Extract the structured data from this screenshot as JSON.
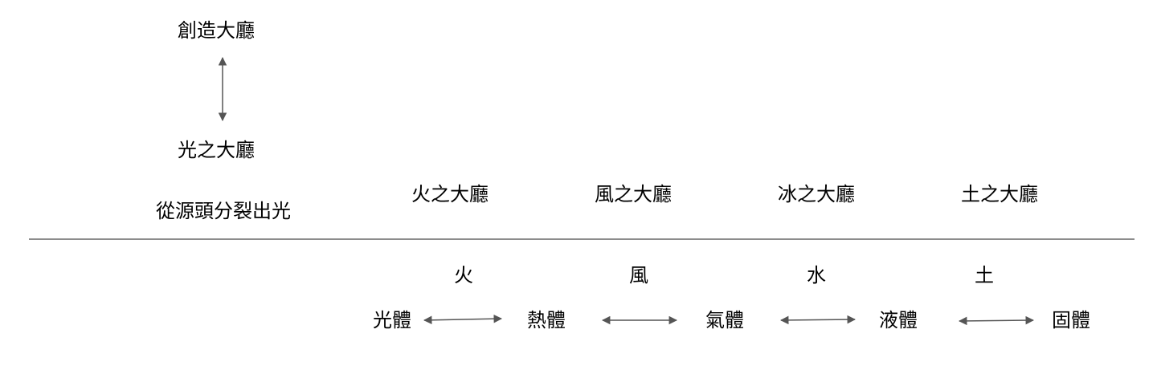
{
  "top": {
    "creation_hall": "創造大廳",
    "light_hall": "光之大廳",
    "light_split_note": "從源頭分裂出光"
  },
  "halls": [
    "火之大廳",
    "風之大廳",
    "冰之大廳",
    "土之大廳"
  ],
  "elements": [
    "火",
    "風",
    "水",
    "土"
  ],
  "states": [
    "光體",
    "熱體",
    "氣體",
    "液體",
    "固體"
  ],
  "colors": {
    "text": "#000000",
    "arrow": "#555555",
    "divider": "#666666",
    "background": "#ffffff"
  }
}
